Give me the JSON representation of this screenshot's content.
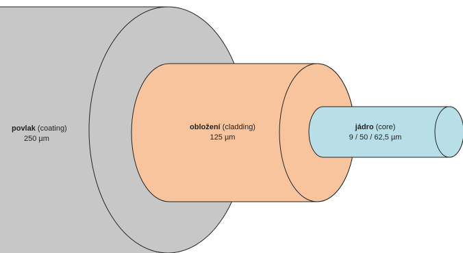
{
  "colors": {
    "coating_fill": "#c7c7c7",
    "cladding_fill": "#f8c49d",
    "core_fill": "#b8dfe7",
    "outline": "#222222",
    "background": "#ffffff"
  },
  "layers": {
    "coating": {
      "name": "povlak",
      "name_en": "(coating)",
      "size": "250 µm"
    },
    "cladding": {
      "name": "obložení",
      "name_en": "(cladding)",
      "size": "125 µm"
    },
    "core": {
      "name": "jádro",
      "name_en": "(core)",
      "size": "9 / 50 / 62,5 µm"
    }
  }
}
